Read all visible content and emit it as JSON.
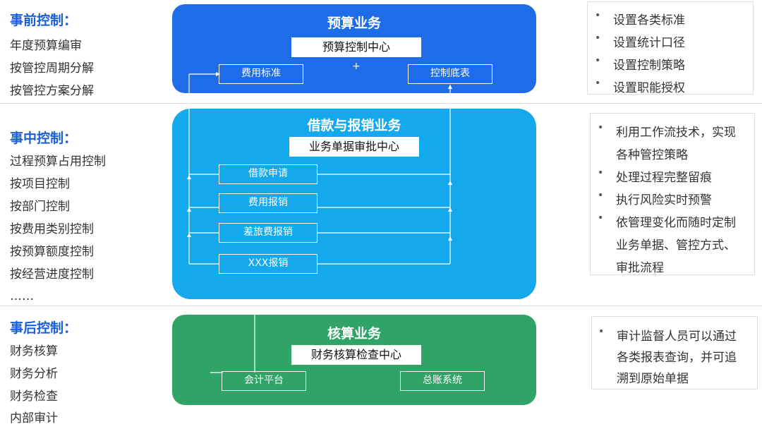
{
  "left": {
    "pre": {
      "title": "事前控制：",
      "items": [
        "年度预算编审",
        "按管控周期分解",
        "按管控方案分解"
      ]
    },
    "during": {
      "title": "事中控制：",
      "items": [
        "过程预算占用控制",
        "按项目控制",
        "按部门控制",
        "按费用类别控制",
        "按预算额度控制",
        "按经营进度控制",
        "……"
      ]
    },
    "post": {
      "title": "事后控制：",
      "items": [
        "财务核算",
        "财务分析",
        "财务检查",
        "内部审计"
      ]
    }
  },
  "bands": {
    "budget": {
      "title": "预算业务",
      "center": "预算控制中心",
      "nodes": [
        "费用标准",
        "控制底表"
      ],
      "plus": "+"
    },
    "loan": {
      "title": "借款与报销业务",
      "center": "业务单据审批中心",
      "nodes": [
        "借款申请",
        "费用报销",
        "差旅费报销",
        "XXX报销"
      ]
    },
    "accounting": {
      "title": "核算业务",
      "center": "财务核算检查中心",
      "nodes": [
        "会计平台",
        "总账系统"
      ]
    }
  },
  "right": {
    "pre": [
      "设置各类标准",
      "设置统计口径",
      "设置控制策略",
      "设置职能授权"
    ],
    "during": [
      [
        "利用工作流技术，实现",
        "各种管控策略"
      ],
      [
        "处理过程完整留痕"
      ],
      [
        "执行风险实时预警"
      ],
      [
        "依管理变化而随时定制",
        "业务单据、管控方式、",
        "审批流程"
      ]
    ],
    "post": [
      [
        "审计监督人员可以通过",
        "各类报表查询，并可追",
        "溯到原始单据"
      ]
    ]
  },
  "colors": {
    "budget": "#1f6ce8",
    "loan": "#14a8ec",
    "accounting": "#2fa466",
    "accent": "#1a5fd6"
  },
  "icons": {
    "bullet": "bullet-dot-icon"
  }
}
